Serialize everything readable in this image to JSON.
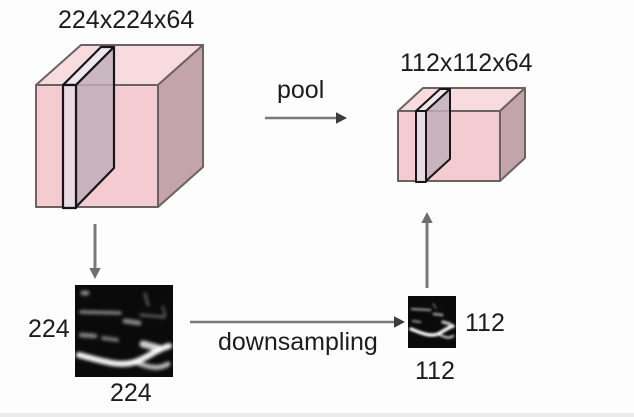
{
  "figure": {
    "description": "Max pooling downsampling diagram"
  },
  "labels": {
    "input_volume": "224x224x64",
    "output_volume": "112x112x64",
    "pool_arrow": "pool",
    "downsampling_arrow": "downsampling",
    "input_map_height": "224",
    "input_map_width": "224",
    "output_map_height": "112",
    "output_map_width": "112"
  },
  "colors": {
    "background": "#fdfdfd",
    "cube_front": "#f4cbd1",
    "cube_top": "#f7dbde",
    "cube_right": "#c3a4ad",
    "cube_edge": "#6b6361",
    "slice_front": "#e8dde3",
    "slice_plane": "#bfaeba",
    "slice_top": "#f0e6ec",
    "slice_edge": "#161616",
    "arrow_shaft": "#7a7a7a",
    "arrow_head_dark": "#3c3c3c",
    "arrow_head_gray": "#6e6e6e",
    "text": "#1c1c1c",
    "map_background": "#0a0a0a",
    "map_streak": "#ffffff"
  }
}
